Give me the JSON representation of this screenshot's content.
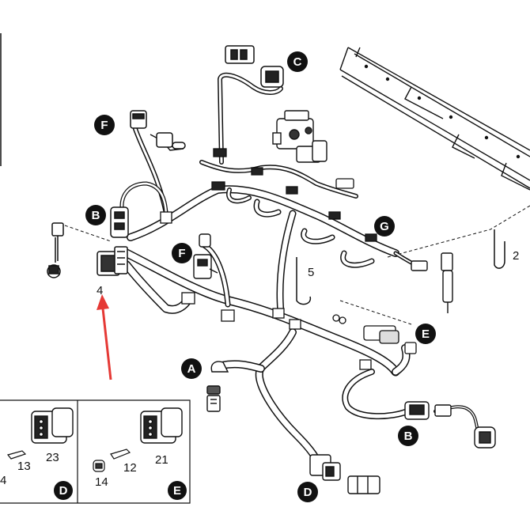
{
  "diagram": {
    "callouts": {
      "c": "C",
      "f_top": "F",
      "b_left": "B",
      "f_mid": "F",
      "g": "G",
      "e_right": "E",
      "a": "A",
      "b_bottom": "B",
      "d_bottom": "D"
    },
    "numbers": {
      "n2": "2",
      "n4": "4",
      "n5": "5"
    },
    "inset_d": {
      "badge": "D",
      "labels": {
        "n23": "23",
        "n13": "13",
        "n4": "4"
      }
    },
    "inset_e": {
      "badge": "E",
      "labels": {
        "n21": "21",
        "n12": "12",
        "n14": "14"
      }
    },
    "arrow_color": "#e53935"
  }
}
